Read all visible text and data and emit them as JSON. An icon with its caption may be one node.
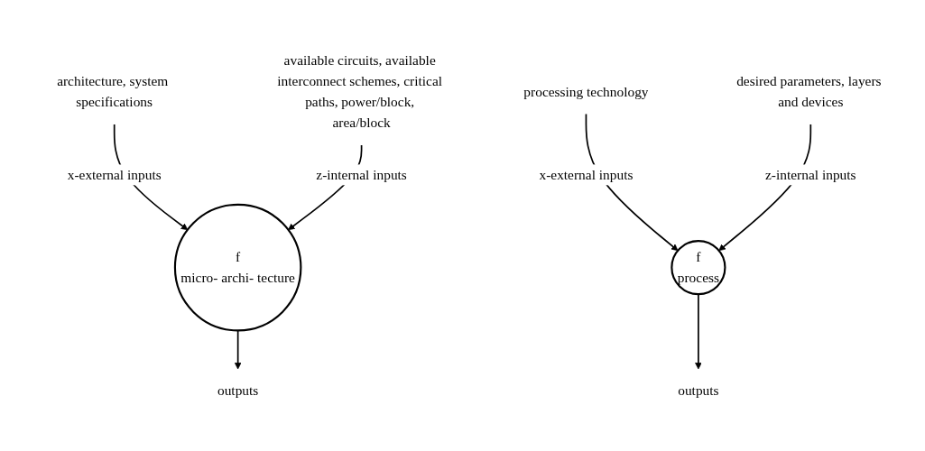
{
  "diagram": {
    "nodes": [
      {
        "text": [
          "architecture, system specifications"
        ]
      },
      {
        "text": [
          "f",
          "micro- archi- tecture"
        ]
      },
      {
        "text": [
          "outputs"
        ]
      },
      {
        "text": [
          "available circuits, available interconnect schemes, critical paths, power/block, area/block"
        ]
      },
      {
        "text": [
          "processing technology"
        ]
      },
      {
        "text": [
          "f",
          "process"
        ]
      },
      {
        "text": [
          "outputs"
        ]
      },
      {
        "text": [
          "desired parameters, layers and devices"
        ]
      }
    ],
    "edges": [
      {
        "from": 0,
        "to": 1,
        "arrow": "to",
        "label": "x-external inputs"
      },
      {
        "from": 1,
        "to": 2,
        "arrow": "to"
      },
      {
        "from": 3,
        "to": 1,
        "arrow": "to",
        "label": "z-internal inputs"
      },
      {
        "from": 4,
        "to": 5,
        "arrow": "to",
        "label": "x-external inputs"
      },
      {
        "from": 5,
        "to": 6,
        "arrow": "to"
      },
      {
        "from": 7,
        "to": 5,
        "arrow": "to",
        "label": "z-internal inputs"
      }
    ]
  }
}
